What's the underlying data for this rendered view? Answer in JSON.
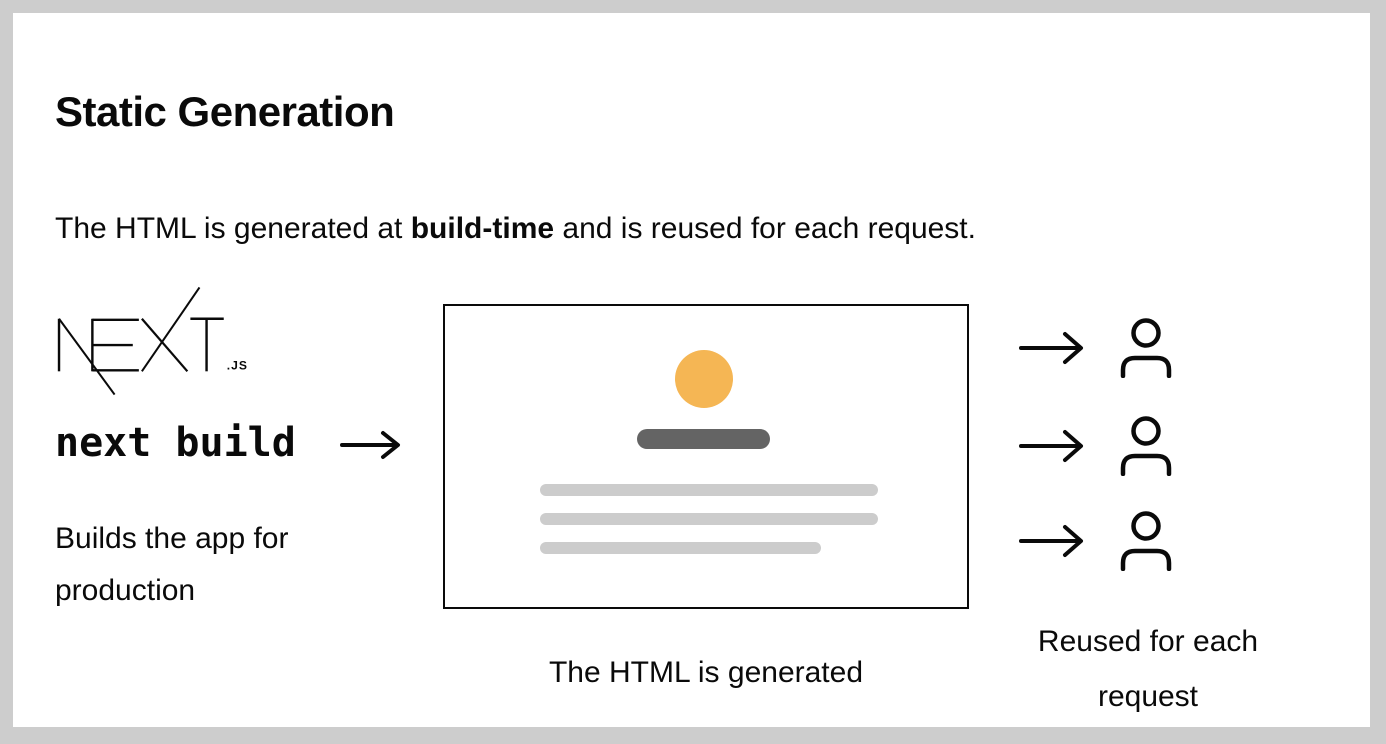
{
  "header": {
    "title": "Static Generation",
    "subtitle": {
      "prefix": "The HTML is generated at ",
      "bold": "build-time",
      "suffix": " and is reused for each request."
    }
  },
  "build": {
    "logo_text": "NEXT",
    "logo_suffix": ".JS",
    "command": "next build",
    "description": "Builds the app for production"
  },
  "preview": {
    "caption": "The HTML is generated",
    "placeholders": {
      "avatar_color": "#F5B654",
      "title_bar_color": "#646464",
      "text_line_color": "#cccccc",
      "text_line_count": 3
    }
  },
  "requests": {
    "caption": "Reused for each request",
    "count": 3
  },
  "colors": {
    "background_frame": "#cdcdcd",
    "surface": "#ffffff",
    "ink": "#0a0a0a",
    "box_border": "#0a0a0a"
  }
}
